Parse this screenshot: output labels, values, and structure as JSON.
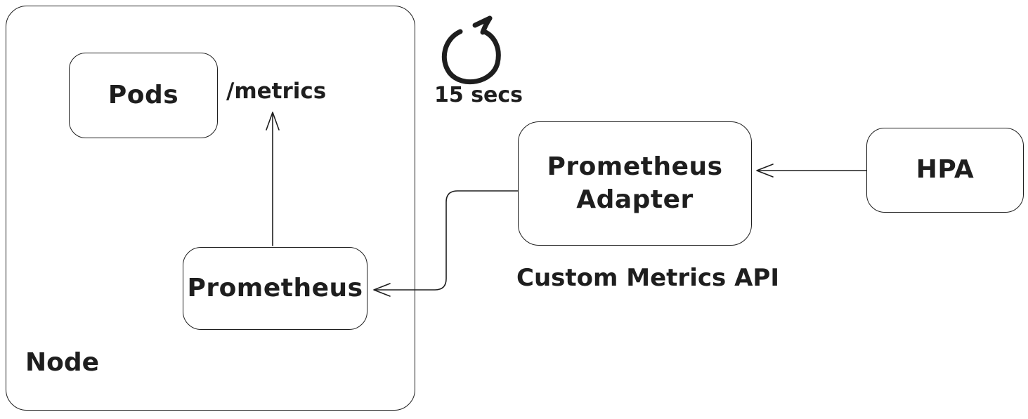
{
  "canvas": {
    "background_color": "#ffffff",
    "stroke_color": "#1e1e1e"
  },
  "node": {
    "label": "Node"
  },
  "pods": {
    "label": "Pods"
  },
  "metrics_endpoint": {
    "label": "/metrics"
  },
  "prometheus": {
    "label": "Prometheus"
  },
  "refresh": {
    "icon": "refresh-loop-icon",
    "label": "15 secs"
  },
  "adapter": {
    "lines": [
      "Prometheus",
      "Adapter"
    ],
    "caption": "Custom Metrics API"
  },
  "hpa": {
    "label": "HPA"
  },
  "arrows": [
    {
      "name": "prometheus-to-metrics",
      "from": "Prometheus",
      "to": "/metrics"
    },
    {
      "name": "adapter-to-prometheus",
      "from": "Prometheus Adapter",
      "to": "Prometheus"
    },
    {
      "name": "hpa-to-adapter",
      "from": "HPA",
      "to": "Prometheus Adapter"
    }
  ]
}
